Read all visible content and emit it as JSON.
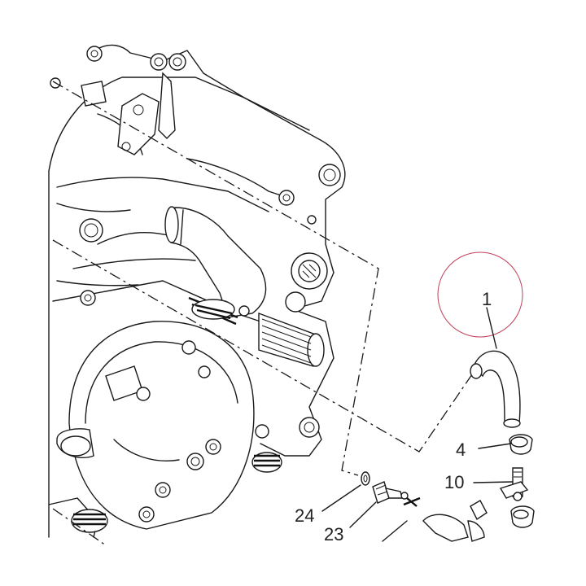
{
  "diagram": {
    "callouts": [
      {
        "id": "1",
        "label": "1"
      },
      {
        "id": "4",
        "label": "4"
      },
      {
        "id": "10",
        "label": "10"
      },
      {
        "id": "24",
        "label": "24"
      },
      {
        "id": "23",
        "label": "23"
      }
    ],
    "highlight_color": "#c0405a",
    "line_color": "#1a1a1a"
  }
}
